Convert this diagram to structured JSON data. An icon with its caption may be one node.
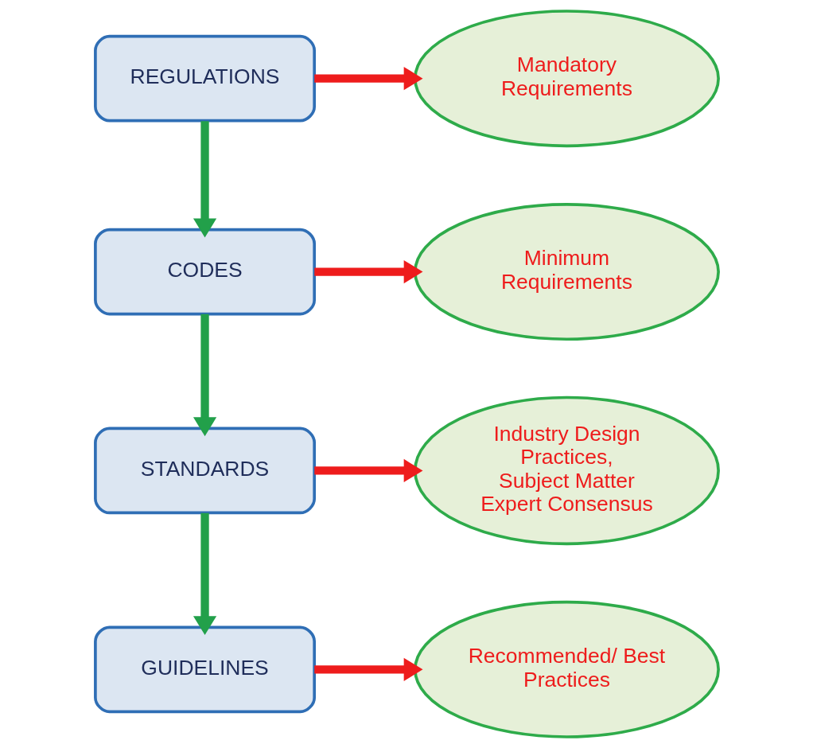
{
  "diagram": {
    "nodes": [
      {
        "text": [
          "REGULATIONS"
        ]
      },
      {
        "text": [
          "Mandatory Requirements"
        ]
      },
      {
        "text": [
          "CODES"
        ]
      },
      {
        "text": [
          "Minimum Requirements"
        ]
      },
      {
        "text": [
          "STANDARDS"
        ]
      },
      {
        "text": [
          "Industry Design Practices, Subject Matter Expert Consensus"
        ]
      },
      {
        "text": [
          "GUIDELINES"
        ]
      },
      {
        "text": [
          "Recommended/ Best Practices"
        ]
      }
    ],
    "edges": [
      {
        "from": 0,
        "to": 1,
        "arrow": "to"
      },
      {
        "from": 0,
        "to": 2,
        "arrow": "to",
        "color": "#22a04a"
      },
      {
        "from": 2,
        "to": 3,
        "arrow": "to"
      },
      {
        "from": 2,
        "to": 4,
        "arrow": "to",
        "color": "#22a04a"
      },
      {
        "from": 4,
        "to": 5,
        "arrow": "to"
      },
      {
        "from": 4,
        "to": 6,
        "arrow": "to",
        "color": "#22a04a"
      },
      {
        "from": 6,
        "to": 7,
        "arrow": "to"
      }
    ]
  }
}
